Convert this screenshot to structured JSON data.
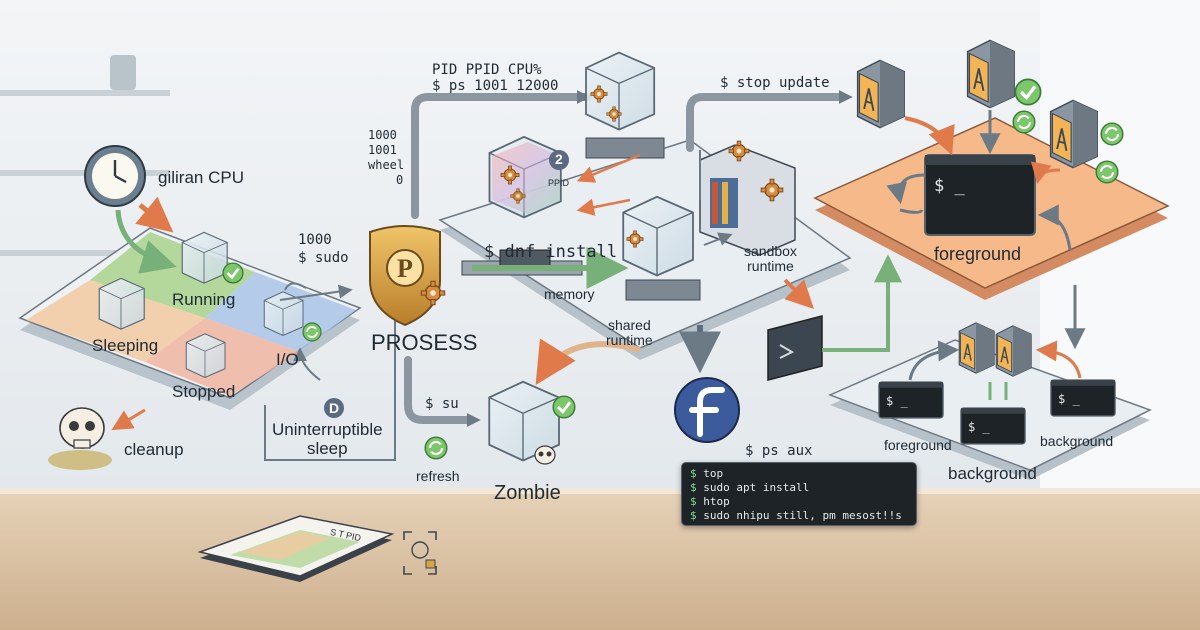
{
  "labels": {
    "giliran_cpu": "giliran CPU",
    "running": "Running",
    "sleeping": "Sleeping",
    "io": "I/O",
    "stopped": "Stopped",
    "cleanup": "cleanup",
    "uninterruptible_sleep": "Uninterruptible\nsleep",
    "d_badge": "D",
    "sudo_1000": "1000",
    "sudo_cmd": "$ sudo",
    "prosess": "PROSESS",
    "ps_header": "PID PPID   CPU%",
    "ps_cmd": "$ ps  1001  12000",
    "id_list": [
      "1000",
      "1001",
      "wheel",
      "0"
    ],
    "badge_2": "2",
    "ppid": "PPID",
    "dnf_install": "$ dnf install",
    "memory": "memory",
    "shared_runtime": "shared\nruntime",
    "sandbox_runtime": "sandbox\nruntime",
    "stop_update": "$ stop  update",
    "su": "$ su",
    "refresh": "refresh",
    "zombie": "Zombie",
    "ps_aux": "$ ps aux",
    "foreground_main": "foreground",
    "foreground_small": "foreground",
    "background_small": "background",
    "background_main": "background",
    "prompt": "$ _",
    "calc_text": "S  T  PID"
  },
  "terminal": {
    "lines": [
      {
        "prompt": "$",
        "text": "top"
      },
      {
        "prompt": "$",
        "text": "sudo apt install"
      },
      {
        "prompt": "$",
        "text": "htop"
      },
      {
        "prompt": "$",
        "text": "sudo nhipu still, pm mesost!!s"
      }
    ]
  },
  "colors": {
    "running": "#a9d38b",
    "sleeping": "#f2c9a0",
    "io": "#a9c6e8",
    "stopped": "#f0b5a0",
    "shield": "#d9a542",
    "terminal_bg": "#1e2327",
    "prompt_green": "#7ee08b",
    "platform": "#dfe5ec",
    "fg_platform": "#f5b98a",
    "arrow": "#6c7a86"
  },
  "icons": [
    "clock-icon",
    "skull-icon",
    "shield-p-icon",
    "gear-icon",
    "fedora-icon",
    "app-icon",
    "check-icon",
    "refresh-icon",
    "memory-chip-icon",
    "server-icon",
    "face-lock-icon",
    "calculator-icon"
  ]
}
